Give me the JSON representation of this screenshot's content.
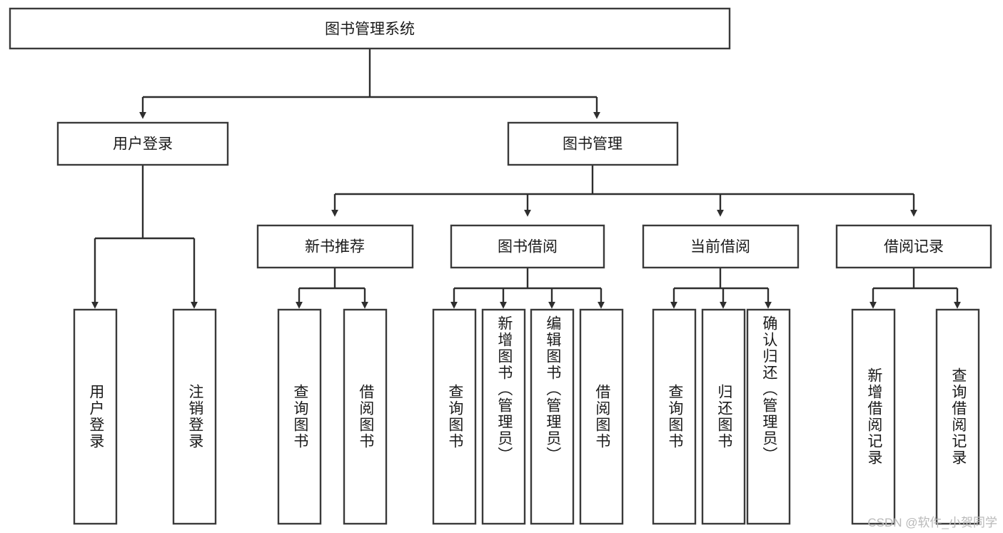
{
  "diagram": {
    "title": "图书管理系统",
    "type": "tree-hierarchy",
    "watermark": "CSDN @软件_小贺同学",
    "colors": {
      "box_fill": "#ffffff",
      "box_stroke": "#3a3a3a",
      "connector": "#2e2e2e",
      "text": "#1a1a1a",
      "watermark": "#b9b9b9",
      "background": "#ffffff"
    },
    "root": {
      "label": "图书管理系统"
    },
    "level2": [
      {
        "id": "user-login",
        "label": "用户登录"
      },
      {
        "id": "book-manage",
        "label": "图书管理"
      }
    ],
    "level3": [
      {
        "id": "new-book-recommend",
        "label": "新书推荐",
        "parent": "book-manage"
      },
      {
        "id": "book-borrow",
        "label": "图书借阅",
        "parent": "book-manage"
      },
      {
        "id": "current-borrow",
        "label": "当前借阅",
        "parent": "book-manage"
      },
      {
        "id": "borrow-record",
        "label": "借阅记录",
        "parent": "book-manage"
      }
    ],
    "leaves": [
      {
        "id": "leaf-user-login",
        "label": "用户登录",
        "parent": "user-login"
      },
      {
        "id": "leaf-user-logout",
        "label": "注销登录",
        "parent": "user-login"
      },
      {
        "id": "leaf-query-book-1",
        "label": "查询图书",
        "parent": "new-book-recommend"
      },
      {
        "id": "leaf-borrow-book-1",
        "label": "借阅图书",
        "parent": "new-book-recommend"
      },
      {
        "id": "leaf-query-book-2",
        "label": "查询图书",
        "parent": "book-borrow"
      },
      {
        "id": "leaf-add-book",
        "label": "新增图书（管理员）",
        "parent": "book-borrow"
      },
      {
        "id": "leaf-edit-book",
        "label": "编辑图书（管理员）",
        "parent": "book-borrow"
      },
      {
        "id": "leaf-borrow-book-2",
        "label": "借阅图书",
        "parent": "book-borrow"
      },
      {
        "id": "leaf-query-book-3",
        "label": "查询图书",
        "parent": "current-borrow"
      },
      {
        "id": "leaf-return-book",
        "label": "归还图书",
        "parent": "current-borrow"
      },
      {
        "id": "leaf-confirm-return",
        "label": "确认归还（管理员）",
        "parent": "current-borrow"
      },
      {
        "id": "leaf-add-record",
        "label": "新增借阅记录",
        "parent": "borrow-record"
      },
      {
        "id": "leaf-query-record",
        "label": "查询借阅记录",
        "parent": "borrow-record"
      }
    ]
  }
}
